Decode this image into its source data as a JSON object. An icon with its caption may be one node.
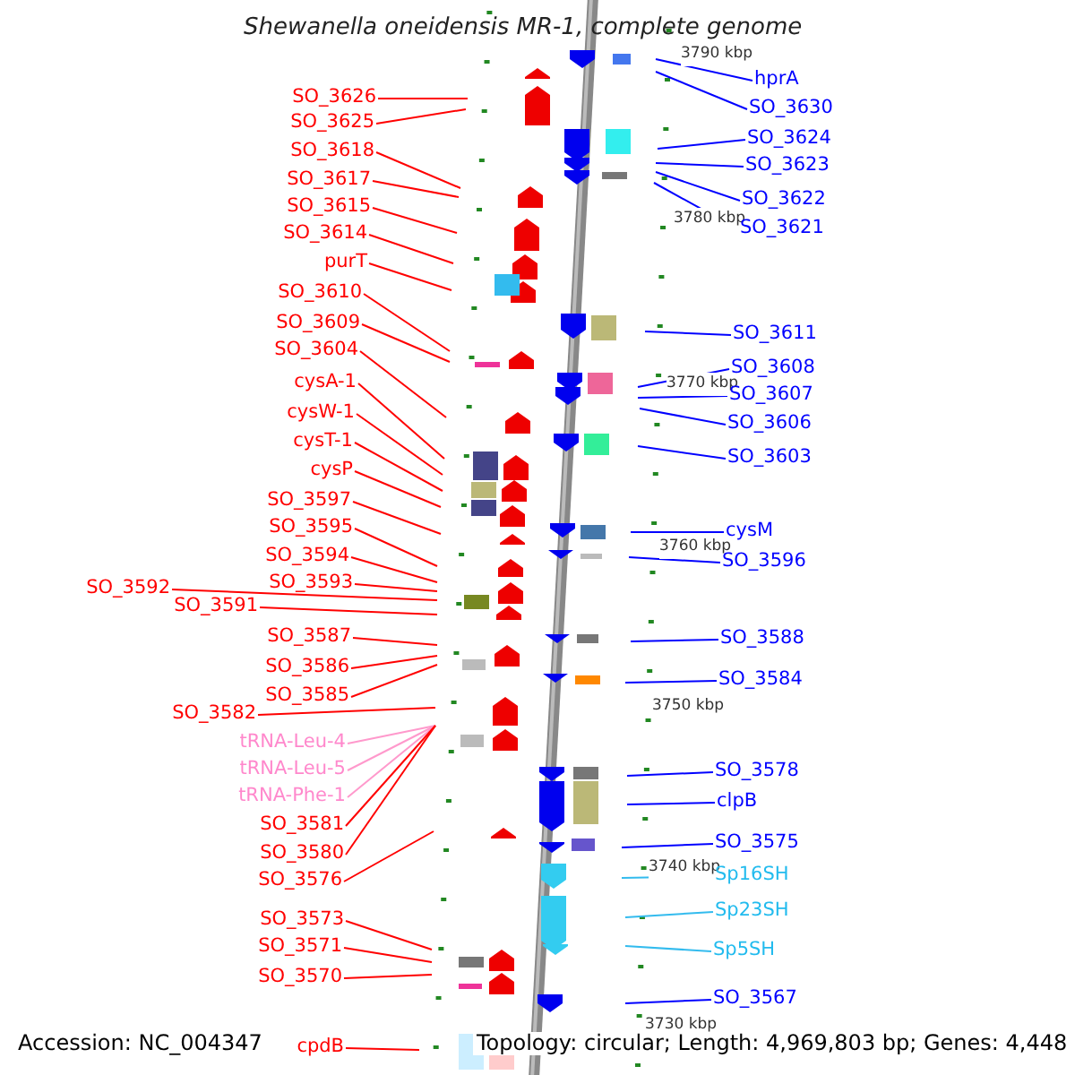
{
  "diagram": {
    "title": "Shewanella oneidensis MR-1, complete genome",
    "nodes": [
      {
        "text": [
          "SO_3626"
        ]
      },
      {
        "text": [
          "SO_3625"
        ]
      },
      {
        "text": [
          "SO_3618"
        ]
      },
      {
        "text": [
          "SO_3617"
        ]
      },
      {
        "text": [
          "SO_3615"
        ]
      },
      {
        "text": [
          "SO_3614"
        ]
      },
      {
        "text": [
          "purT"
        ]
      },
      {
        "text": [
          "SO_3610"
        ]
      },
      {
        "text": [
          "SO_3609"
        ]
      },
      {
        "text": [
          "SO_3604"
        ]
      },
      {
        "text": [
          "cysA-1"
        ]
      },
      {
        "text": [
          "cysW-1"
        ]
      },
      {
        "text": [
          "cysT-1"
        ]
      },
      {
        "text": [
          "cysP"
        ]
      },
      {
        "text": [
          "SO_3597"
        ]
      },
      {
        "text": [
          "SO_3595"
        ]
      },
      {
        "text": [
          "SO_3594"
        ]
      },
      {
        "text": [
          "SO_3593"
        ]
      },
      {
        "text": [
          "SO_3592"
        ]
      },
      {
        "text": [
          "SO_3591"
        ]
      },
      {
        "text": [
          "SO_3587"
        ]
      },
      {
        "text": [
          "SO_3586"
        ]
      },
      {
        "text": [
          "SO_3585"
        ]
      },
      {
        "text": [
          "SO_3582"
        ]
      },
      {
        "text": [
          "tRNA-Leu-4"
        ]
      },
      {
        "text": [
          "tRNA-Leu-5"
        ]
      },
      {
        "text": [
          "tRNA-Phe-1"
        ]
      },
      {
        "text": [
          "SO_3581"
        ]
      },
      {
        "text": [
          "SO_3580"
        ]
      },
      {
        "text": [
          "SO_3576"
        ]
      },
      {
        "text": [
          "SO_3573"
        ]
      },
      {
        "text": [
          "SO_3571"
        ]
      },
      {
        "text": [
          "SO_3570"
        ]
      },
      {
        "text": [
          "cpdB"
        ]
      },
      {
        "text": [
          "hprA"
        ]
      },
      {
        "text": [
          "SO_3630"
        ]
      },
      {
        "text": [
          "SO_3624"
        ]
      },
      {
        "text": [
          "SO_3623"
        ]
      },
      {
        "text": [
          "SO_3622"
        ]
      },
      {
        "text": [
          "SO_3621"
        ]
      },
      {
        "text": [
          "SO_3611"
        ]
      },
      {
        "text": [
          "SO_3608"
        ]
      },
      {
        "text": [
          "SO_3607"
        ]
      },
      {
        "text": [
          "SO_3606"
        ]
      },
      {
        "text": [
          "SO_3603"
        ]
      },
      {
        "text": [
          "cysM"
        ]
      },
      {
        "text": [
          "SO_3596"
        ]
      },
      {
        "text": [
          "SO_3588"
        ]
      },
      {
        "text": [
          "SO_3584"
        ]
      },
      {
        "text": [
          "SO_3578"
        ]
      },
      {
        "text": [
          "clpB"
        ]
      },
      {
        "text": [
          "SO_3575"
        ]
      },
      {
        "text": [
          "Sp16SH"
        ]
      },
      {
        "text": [
          "Sp23SH"
        ]
      },
      {
        "text": [
          "Sp5SH"
        ]
      },
      {
        "text": [
          "SO_3567"
        ]
      }
    ],
    "edges": [
      {
        "from": 0,
        "to": null,
        "arrow": "none"
      },
      {
        "from": 1,
        "to": null,
        "arrow": "none"
      },
      {
        "from": 2,
        "to": null,
        "arrow": "none"
      },
      {
        "from": 3,
        "to": null,
        "arrow": "none"
      },
      {
        "from": 4,
        "to": null,
        "arrow": "none"
      },
      {
        "from": 5,
        "to": null,
        "arrow": "none"
      },
      {
        "from": 6,
        "to": null,
        "arrow": "none"
      },
      {
        "from": 7,
        "to": null,
        "arrow": "none"
      },
      {
        "from": 8,
        "to": null,
        "arrow": "none"
      },
      {
        "from": 9,
        "to": null,
        "arrow": "none"
      },
      {
        "from": 10,
        "to": null,
        "arrow": "none"
      },
      {
        "from": 11,
        "to": null,
        "arrow": "none"
      },
      {
        "from": 12,
        "to": null,
        "arrow": "none"
      },
      {
        "from": 13,
        "to": null,
        "arrow": "none"
      },
      {
        "from": 14,
        "to": null,
        "arrow": "none"
      },
      {
        "from": 15,
        "to": null,
        "arrow": "none"
      },
      {
        "from": 16,
        "to": null,
        "arrow": "none"
      },
      {
        "from": 17,
        "to": null,
        "arrow": "none"
      },
      {
        "from": 18,
        "to": null,
        "arrow": "none"
      },
      {
        "from": 19,
        "to": null,
        "arrow": "none"
      },
      {
        "from": 20,
        "to": null,
        "arrow": "none"
      },
      {
        "from": 21,
        "to": null,
        "arrow": "none"
      },
      {
        "from": 22,
        "to": null,
        "arrow": "none"
      },
      {
        "from": 23,
        "to": null,
        "arrow": "none"
      },
      {
        "from": 24,
        "to": null,
        "arrow": "none",
        "color": "#ff99cc"
      },
      {
        "from": 25,
        "to": null,
        "arrow": "none",
        "color": "#ff99cc"
      },
      {
        "from": 26,
        "to": null,
        "arrow": "none",
        "color": "#ff99cc"
      },
      {
        "from": 27,
        "to": null,
        "arrow": "none"
      },
      {
        "from": 28,
        "to": null,
        "arrow": "none"
      },
      {
        "from": 29,
        "to": null,
        "arrow": "none"
      },
      {
        "from": 30,
        "to": null,
        "arrow": "none"
      },
      {
        "from": 31,
        "to": null,
        "arrow": "none"
      },
      {
        "from": 32,
        "to": null,
        "arrow": "none"
      },
      {
        "from": 33,
        "to": null,
        "arrow": "none"
      },
      {
        "from": 34,
        "to": null,
        "arrow": "none",
        "color": "#0000ff"
      },
      {
        "from": 35,
        "to": null,
        "arrow": "none",
        "color": "#0000ff"
      },
      {
        "from": 36,
        "to": null,
        "arrow": "none",
        "color": "#0000ff"
      },
      {
        "from": 37,
        "to": null,
        "arrow": "none",
        "color": "#0000ff"
      },
      {
        "from": 38,
        "to": null,
        "arrow": "none",
        "color": "#0000ff"
      },
      {
        "from": 39,
        "to": null,
        "arrow": "none",
        "color": "#0000ff"
      },
      {
        "from": 40,
        "to": null,
        "arrow": "none",
        "color": "#0000ff"
      },
      {
        "from": 41,
        "to": null,
        "arrow": "none",
        "color": "#0000ff"
      },
      {
        "from": 42,
        "to": null,
        "arrow": "none",
        "color": "#0000ff"
      },
      {
        "from": 43,
        "to": null,
        "arrow": "none",
        "color": "#0000ff"
      },
      {
        "from": 44,
        "to": null,
        "arrow": "none",
        "color": "#0000ff"
      },
      {
        "from": 45,
        "to": null,
        "arrow": "none",
        "color": "#0000ff"
      },
      {
        "from": 46,
        "to": null,
        "arrow": "none",
        "color": "#0000ff"
      },
      {
        "from": 47,
        "to": null,
        "arrow": "none",
        "color": "#0000ff"
      },
      {
        "from": 48,
        "to": null,
        "arrow": "none",
        "color": "#0000ff"
      },
      {
        "from": 49,
        "to": null,
        "arrow": "none",
        "color": "#0000ff"
      },
      {
        "from": 50,
        "to": null,
        "arrow": "none",
        "color": "#0000ff"
      },
      {
        "from": 51,
        "to": null,
        "arrow": "none",
        "color": "#0000ff"
      },
      {
        "from": 52,
        "to": null,
        "arrow": "none",
        "color": "#33bbee"
      },
      {
        "from": 53,
        "to": null,
        "arrow": "none",
        "color": "#33bbee"
      },
      {
        "from": 54,
        "to": null,
        "arrow": "none",
        "color": "#33bbee"
      },
      {
        "from": 55,
        "to": null,
        "arrow": "none",
        "color": "#0000ff"
      }
    ],
    "labels": [
      "3790 kbp",
      "3780 kbp",
      "3770 kbp",
      "3760 kbp",
      "3750 kbp",
      "3740 kbp",
      "3730 kbp",
      "Accession: NC_004347",
      "Topology: circular; Length: 4,969,803 bp; Genes: 4,448"
    ]
  }
}
